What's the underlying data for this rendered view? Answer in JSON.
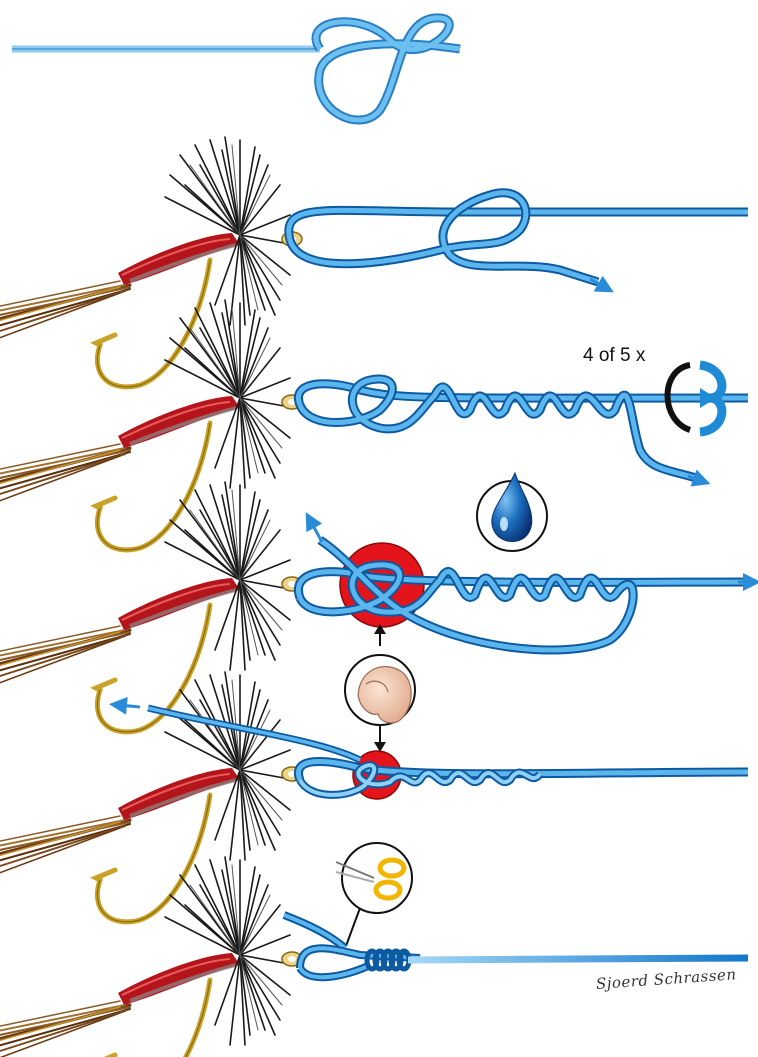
{
  "steps": [
    {
      "id": 1,
      "element": "figure-eight-loop"
    },
    {
      "id": 2,
      "element": "pass-loop-through-eye"
    },
    {
      "id": 3,
      "element": "wrap-tag-around-line"
    },
    {
      "id": 4,
      "element": "moisten-and-hold"
    },
    {
      "id": 5,
      "element": "pinch-and-tighten"
    },
    {
      "id": 6,
      "element": "trim-tag-end"
    }
  ],
  "wrap_instruction": "4 of 5 x",
  "author_signature": "Sjoerd Schrassen",
  "icons": [
    "water-drop-icon",
    "finger-pinch-icon",
    "scissors-icon",
    "rotate-arrows-icon"
  ],
  "colors": {
    "line": "#1f8ad6",
    "line_light": "#6ec0f0",
    "line_dark": "#0d4f8f",
    "hold_red": "#e3141c",
    "hook_gold": "#c9a227",
    "fly_body": "#b3151b",
    "hackle": "#1a1a1a",
    "tail": "#7a4a1c"
  }
}
